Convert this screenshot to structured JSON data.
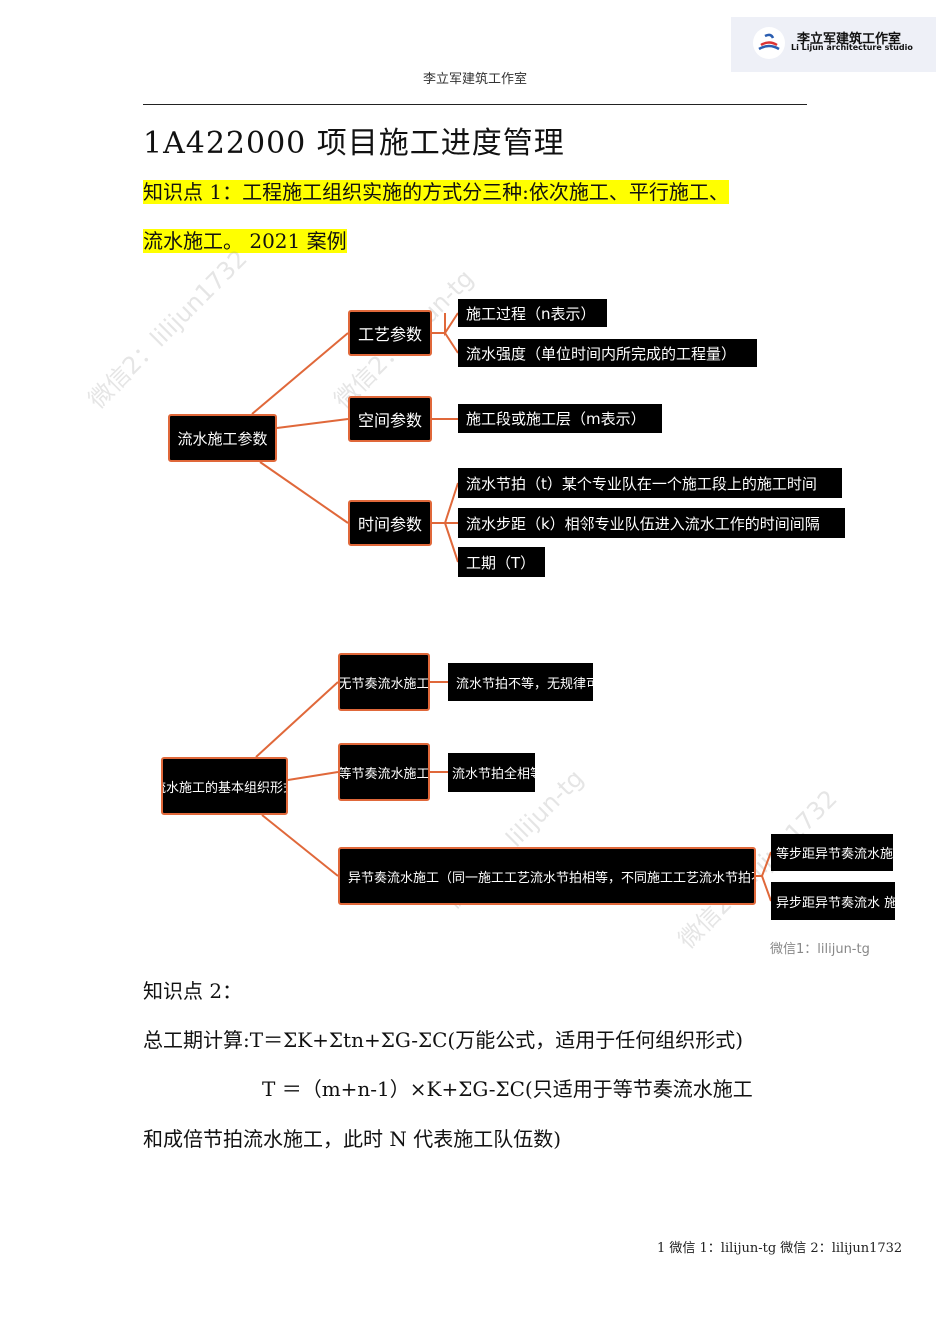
{
  "logo": {
    "cn": "李立军建筑工作室",
    "en": "Li Lijun architecture studio"
  },
  "header": "李立军建筑工作室",
  "title": "1A422000  项目施工进度管理",
  "point1": {
    "line1": "知识点 1：工程施工组织实施的方式分三种:依次施工、平行施工、",
    "line2": "流水施工。 2021 案例"
  },
  "diagram1": {
    "root": "流水施工参数",
    "branches": [
      {
        "label": "工艺参数",
        "leaves": [
          "施工过程（n表示）",
          "流水强度（单位时间内所完成的工程量）"
        ]
      },
      {
        "label": "空间参数",
        "leaves": [
          "施工段或施工层（m表示）"
        ]
      },
      {
        "label": "时间参数",
        "leaves": [
          "流水节拍（t）某个专业队在一个施工段上的施工时间",
          "流水步距（k）相邻专业队伍进入流水工作的时间间隔",
          "工期（T）"
        ]
      }
    ]
  },
  "diagram2": {
    "root": "流水施工的基本组织形式",
    "branches": [
      {
        "label": "无节奏流水施工",
        "leaves": [
          "流水节拍不等，无规律可循"
        ]
      },
      {
        "label": "等节奏流水施工",
        "leaves": [
          "流水节拍全相等"
        ]
      },
      {
        "label": "异节奏流水施工（同一施工工艺流水节拍相等，不同施工工艺流水节拍不尽相等）",
        "leaves": [
          "等步距异节奏流水施工",
          "异步距异节奏流水 施工"
        ]
      }
    ],
    "caption": "微信1：lilijun-tg"
  },
  "watermarks": [
    "微信2：lilijun1732",
    "微信2：lilijun-tg",
    "李立军建筑工作室 Li Lijun architecture studio"
  ],
  "point2": {
    "heading": "知识点 2：",
    "line1": "总工期计算:T＝ΣK+Σtn+ΣG-ΣC(万能公式，适用于任何组织形式)",
    "line2": "T ＝（m+n-1）×K+ΣG-ΣC(只适用于等节奏流水施工",
    "line3": "和成倍节拍流水施工，此时 N 代表施工队伍数)"
  },
  "footer": "1  微信 1：lilijun-tg  微信 2：lilijun1732",
  "colors": {
    "connector": "#e0683a",
    "highlight": "#ffff00",
    "box": "#000000"
  }
}
